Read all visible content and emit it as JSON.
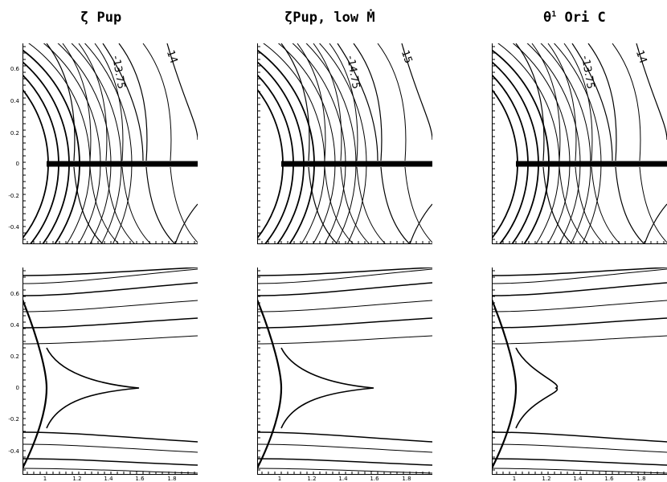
{
  "columns": [
    {
      "greek": "ζ",
      "name": "Pup",
      "suffix": "",
      "mdot": ""
    },
    {
      "greek": "ζ",
      "name": "Pup, low",
      "suffix": "",
      "mdot": "Ṁ"
    },
    {
      "greek": "θ",
      "sup": "1",
      "name": "Ori C",
      "suffix": "",
      "mdot": ""
    }
  ],
  "top_contour_labels": [
    [
      "-13.75",
      "-14"
    ],
    [
      "-14.75",
      "-15"
    ],
    [
      "-13.75",
      "-14"
    ]
  ],
  "y_ticks": [
    "0.6",
    "0.4",
    "0.2",
    "0",
    "-0.2",
    "-0.4"
  ],
  "x_ticks": [
    "1",
    "1.2",
    "1.4",
    "1.6",
    "1.8"
  ],
  "colors": {
    "ink": "#000000",
    "background": "#ffffff"
  }
}
